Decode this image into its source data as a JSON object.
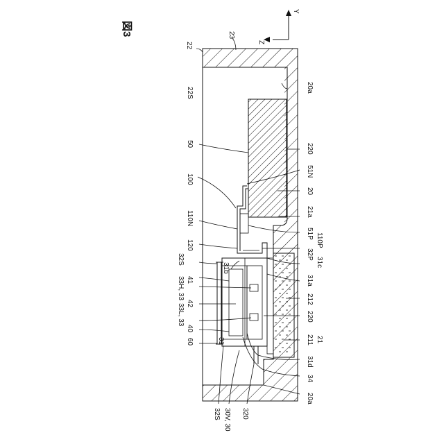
{
  "figure": {
    "title": "図3"
  },
  "axes": {
    "z": "Z",
    "y": "Y"
  },
  "labels": {
    "l22": "22",
    "l23": "23",
    "l22S": "22S",
    "l20a_top": "20a",
    "l50": "50",
    "l220_top": "220",
    "l51N": "51N",
    "l100": "100",
    "l20": "20",
    "l110N": "110N",
    "l21a": "21a",
    "l51P": "51P",
    "l110P": "110P",
    "l120": "120",
    "l32P": "32P",
    "l32S_top": "32S",
    "l31b": "31b",
    "l31c": "31c",
    "l33H": "33H, 33",
    "l41": "41",
    "l31a": "31a",
    "l33L": "33L, 33",
    "l42": "42",
    "l212": "212",
    "l220_bot": "220",
    "l40": "40",
    "l31": "31",
    "l211": "211",
    "l21": "21",
    "l60": "60",
    "l31d": "31d",
    "l34": "34",
    "l20a_bot": "20a",
    "l32S_bot": "32S",
    "l30V": "30V, 30",
    "l320": "320"
  }
}
